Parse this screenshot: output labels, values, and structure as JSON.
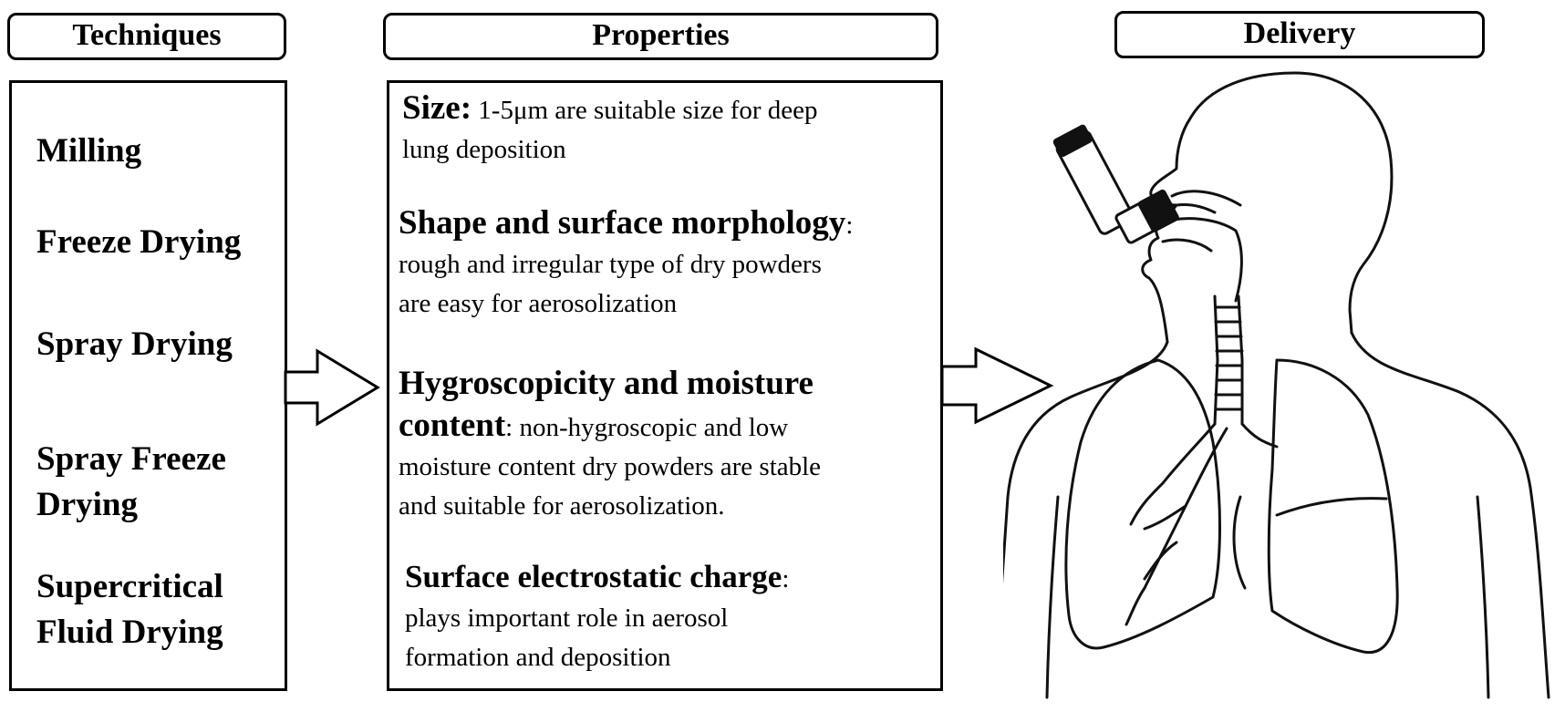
{
  "headers": {
    "techniques": "Techniques",
    "properties": "Properties",
    "delivery": "Delivery"
  },
  "techniques": [
    "Milling",
    "Freeze Drying",
    "Spray Drying",
    "Spray Freeze",
    "Drying",
    "Supercritical",
    "Fluid Drying"
  ],
  "properties": {
    "size": {
      "title": "Size:",
      "line1": " 1-5μm are suitable size for deep",
      "line2": "lung deposition"
    },
    "shape": {
      "title": "Shape and surface morphology",
      "colon": ":",
      "line1": "rough and irregular  type of dry powders",
      "line2": "are easy for aerosolization"
    },
    "hygro": {
      "title1": "Hygroscopicity and moisture",
      "title2": "content",
      "line1": ": non-hygroscopic and low",
      "line2": "moisture content dry powders are stable",
      "line3": "and suitable for aerosolization."
    },
    "charge": {
      "title": "Surface electrostatic charge",
      "colon": ":",
      "line1": "plays important role in aerosol",
      "line2": "formation and deposition"
    }
  },
  "delivery_figure": {
    "subject": "human-torso-with-respiratory-tract",
    "device": "inhaler-icon"
  }
}
